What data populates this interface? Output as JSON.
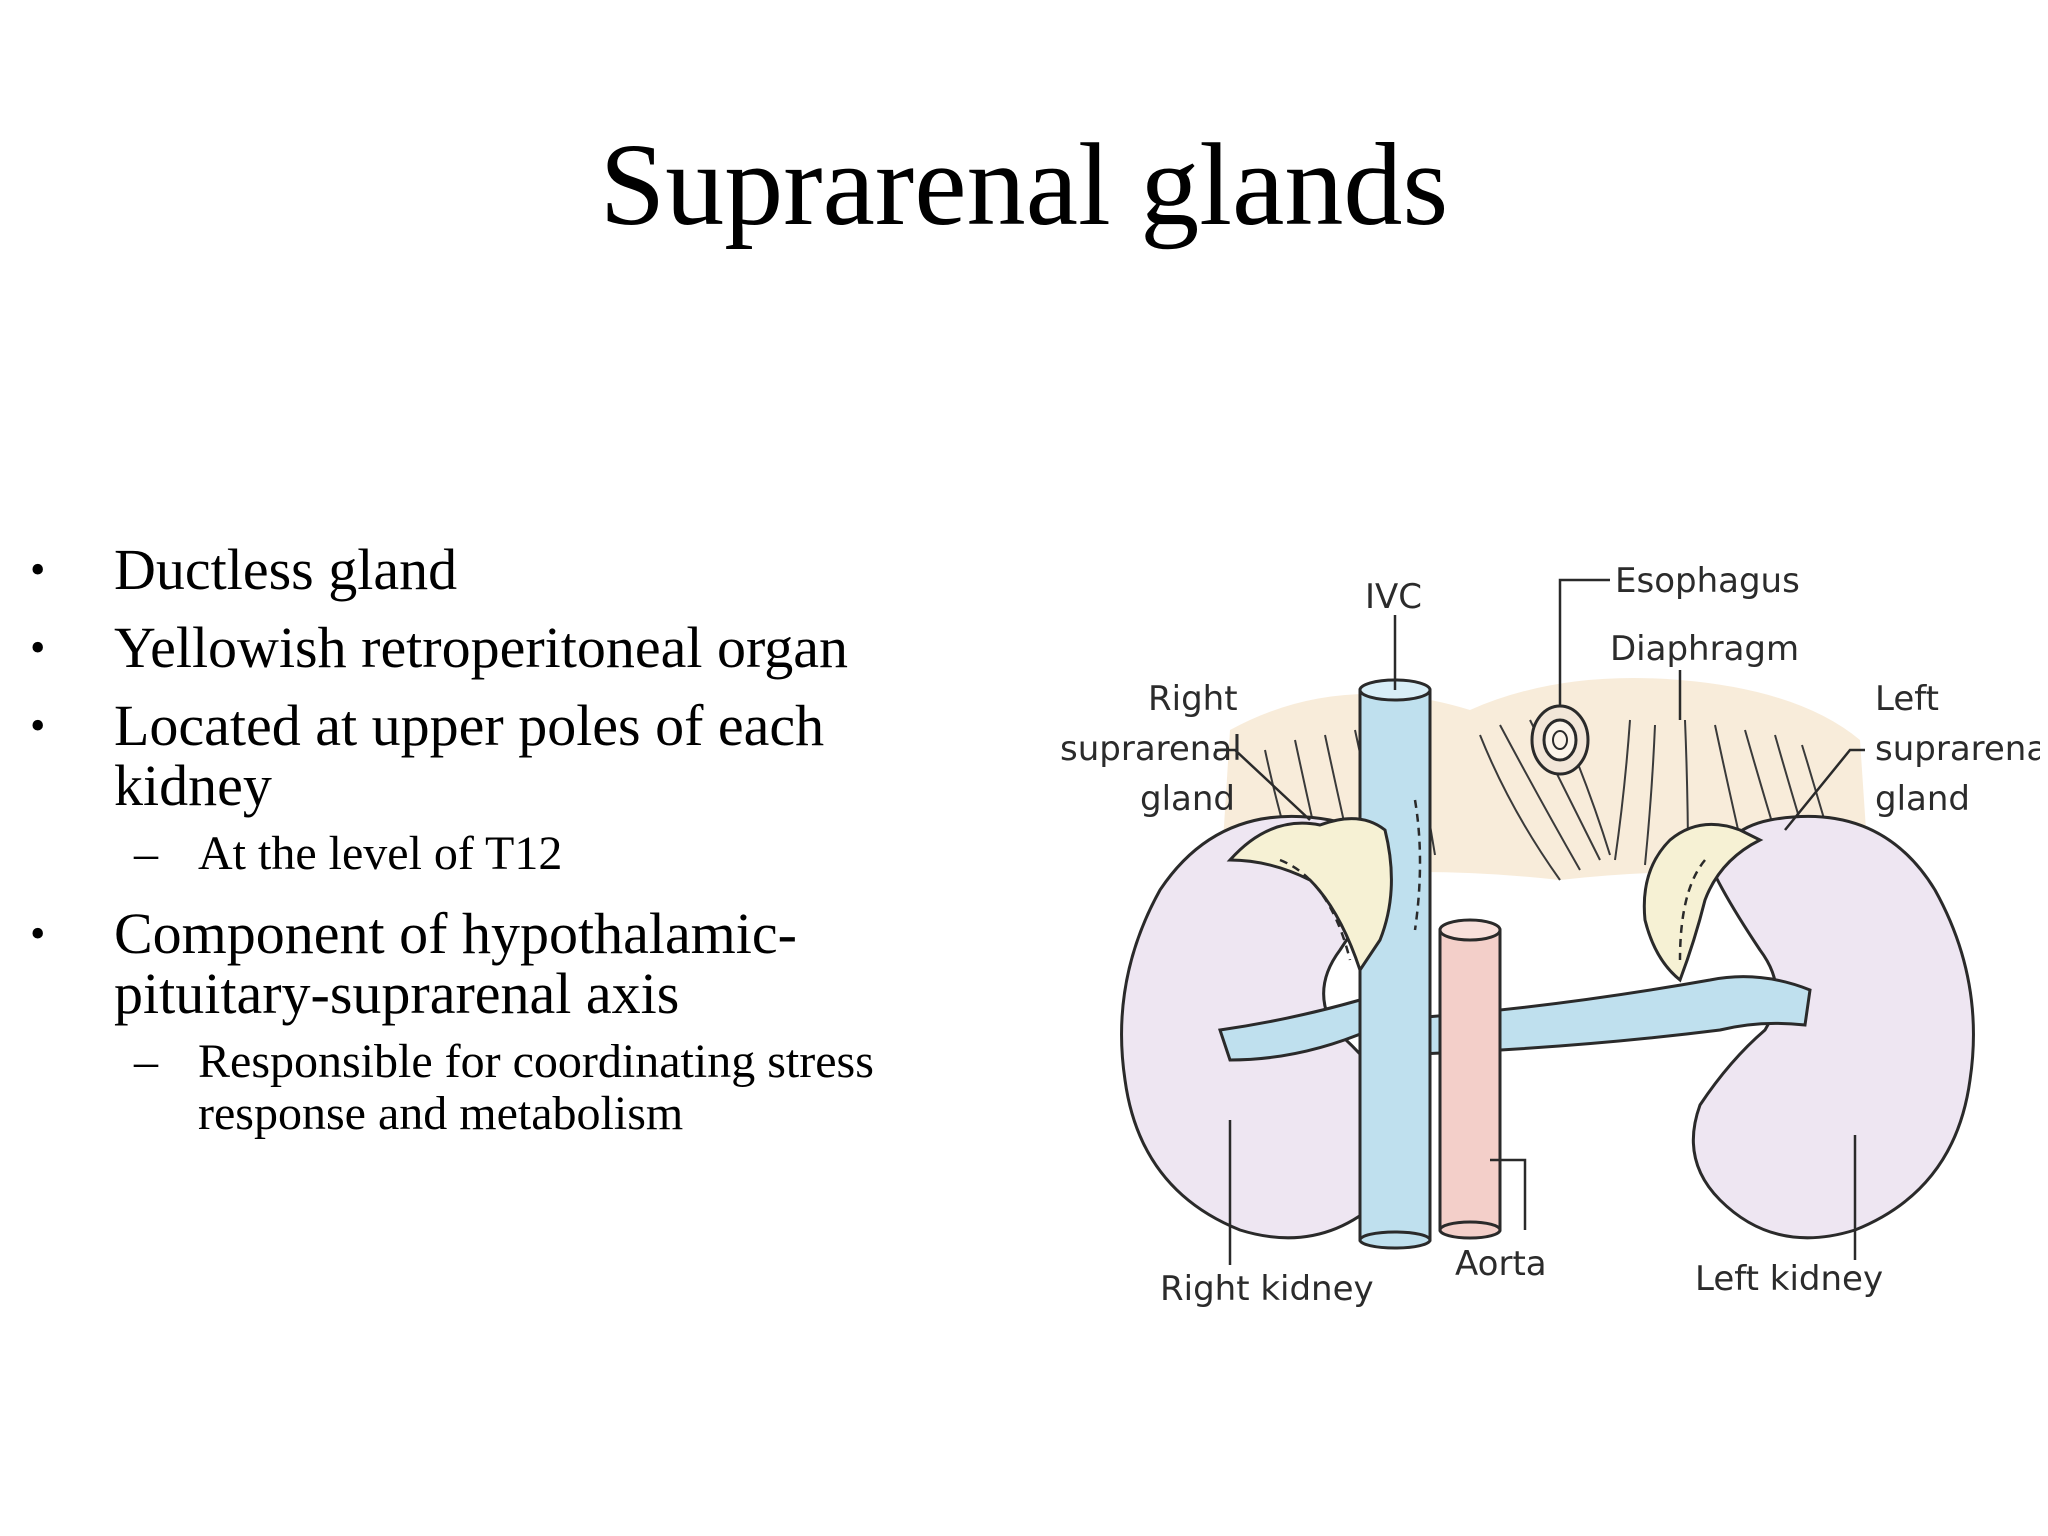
{
  "title": "Suprarenal glands",
  "bullets": [
    {
      "level": 1,
      "text": "Ductless gland"
    },
    {
      "level": 1,
      "text": "Yellowish retroperitoneal organ"
    },
    {
      "level": 1,
      "text": "Located at upper poles of each kidney"
    },
    {
      "level": 2,
      "text": "At the level of T12"
    },
    {
      "level": 1,
      "text": "Component of hypothalamic-pituitary-suprarenal axis"
    },
    {
      "level": 2,
      "text": "Responsible for coordinating stress response and metabolism"
    }
  ],
  "markers": {
    "level1": "•",
    "level2": "–"
  },
  "diagram": {
    "labels": {
      "esophagus": "Esophagus",
      "ivc": "IVC",
      "diaphragm": "Diaphragm",
      "right_suprarenal_1": "Right",
      "right_suprarenal_2": "suprarenal",
      "right_suprarenal_3": "gland",
      "left_suprarenal_1": "Left",
      "left_suprarenal_2": "suprarenal",
      "left_suprarenal_3": "gland",
      "right_kidney": "Right kidney",
      "aorta": "Aorta",
      "left_kidney": "Left kidney"
    },
    "colors": {
      "kidney": "#eee6f2",
      "ivc": "#bfe0ee",
      "aorta": "#f3cfc9",
      "gland": "#f6f1d4",
      "diaphragm": "#f7e9d3",
      "outline": "#2a2a2a"
    }
  }
}
